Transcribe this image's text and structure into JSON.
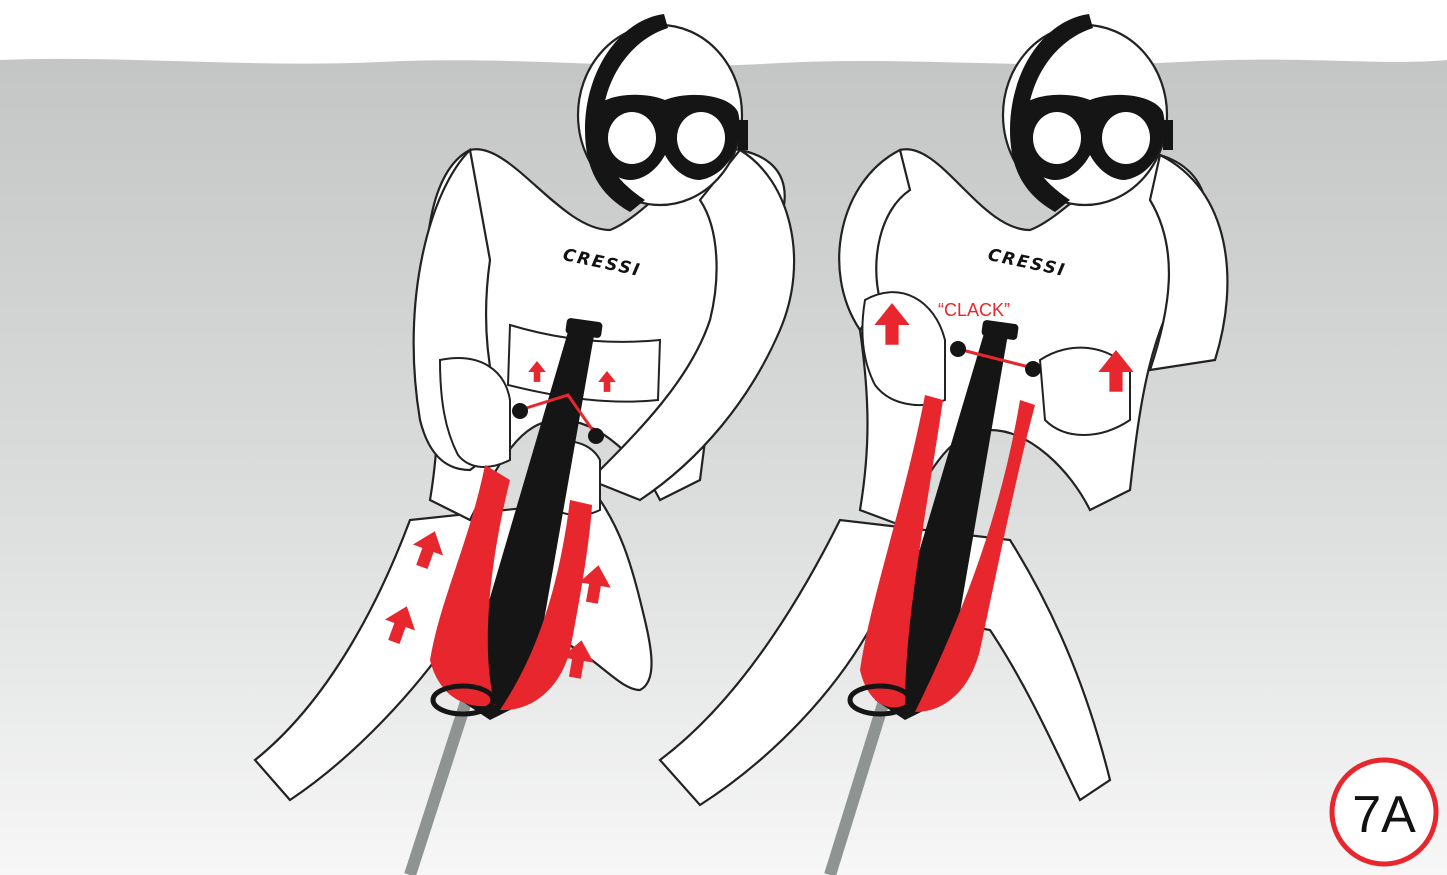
{
  "figure": {
    "badge_label": "7A",
    "sound_effect": "“CLACK”",
    "brand_logo_text": "CRESSI"
  },
  "colors": {
    "water": "#c7c9c8",
    "water_light": "#eef0ef",
    "suit_fill": "#ffffff",
    "outline": "#222222",
    "band_red": "#e8262d",
    "gun_black": "#151515",
    "shaft_gray": "#8f9492",
    "badge_ring": "#e8262d"
  },
  "icons": {
    "arrow": "up-arrow-icon",
    "snorkel": "snorkel-icon",
    "mask": "dive-mask-icon"
  },
  "panels": [
    {
      "id": "left",
      "step": "bands pulled toward wishbone"
    },
    {
      "id": "right",
      "step": "wishbone engaged"
    }
  ]
}
